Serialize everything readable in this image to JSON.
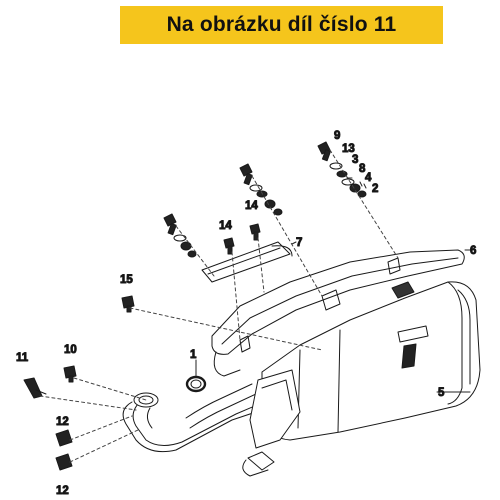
{
  "banner": {
    "text": "Na obrázku díl číslo 11",
    "background": "#f5c51c"
  },
  "callouts": [
    {
      "id": "c1",
      "text": "1"
    },
    {
      "id": "c2",
      "text": "2"
    },
    {
      "id": "c3",
      "text": "3"
    },
    {
      "id": "c4",
      "text": "4"
    },
    {
      "id": "c5",
      "text": "5"
    },
    {
      "id": "c6",
      "text": "6"
    },
    {
      "id": "c7",
      "text": "7"
    },
    {
      "id": "c8",
      "text": "8"
    },
    {
      "id": "c9",
      "text": "9"
    },
    {
      "id": "c10",
      "text": "10"
    },
    {
      "id": "c11",
      "text": "11"
    },
    {
      "id": "c12a",
      "text": "12"
    },
    {
      "id": "c12b",
      "text": "12"
    },
    {
      "id": "c13",
      "text": "13"
    },
    {
      "id": "c14a",
      "text": "14"
    },
    {
      "id": "c14b",
      "text": "14"
    },
    {
      "id": "c15",
      "text": "15"
    }
  ]
}
